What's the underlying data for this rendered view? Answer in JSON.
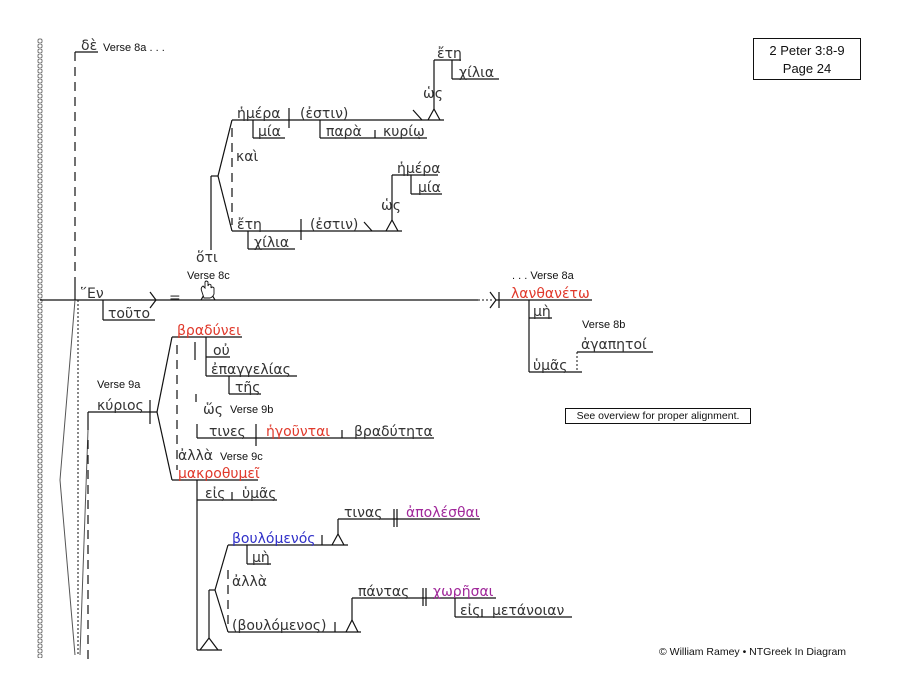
{
  "reference": {
    "line1": "2 Peter 3:8-9",
    "line2": "Page 24"
  },
  "note": "See overview for proper alignment.",
  "copyright": "© William Ramey • NTGreek In Diagram",
  "verse_labels": {
    "v8a_top": "Verse 8a . . .",
    "v8a_cont": ". . . Verse 8a",
    "v8b": "Verse 8b",
    "v8c": "Verse 8c",
    "v9a": "Verse 9a",
    "v9b": "Verse 9b",
    "v9c": "Verse 9c"
  },
  "words": {
    "de": "δὲ",
    "hen": "῞Εν",
    "touto": "τοῦτο",
    "equals": "=",
    "lanthaneto": "λανθανέτω",
    "me_8a": "μὴ",
    "humas_8a": "ὑμᾶς",
    "agapetoi": "ἀγαπητοί",
    "hoti": "ὅτι",
    "hemera_1": "ἡμέρα",
    "mia_1": "μία",
    "estin_1": "(ἐστιν)",
    "para": "παρὰ",
    "kurio": "κυρίῳ",
    "hos_1": "ὡς",
    "ete_1": "ἔτη",
    "chilia_1": "χίλια",
    "kai": "καὶ",
    "ete_2": "ἔτη",
    "chilia_2": "χίλια",
    "estin_2": "(ἐστιν)",
    "hos_2": "ὡς",
    "hemera_2": "ἡμέρα",
    "mia_2": "μία",
    "kurios": "κύριος",
    "bradunei": "βραδύνει",
    "ou": "οὐ",
    "epangelias": "ἐπαγγελίας",
    "tes": "τῆς",
    "hos_3": "ὥς",
    "tines": "τινες",
    "hegountai": "ἡγοῦνται",
    "bradutēta": "βραδύτητα",
    "alla_1": "ἀλλὰ",
    "makrothumei": "μακροθυμεῖ",
    "eis_1": "εἰς",
    "humas_9": "ὑμᾶς",
    "boulomenos": "βουλόμενός",
    "me_9": "μὴ",
    "tinas": "τινας",
    "apolesthai": "ἀπολέσθαι",
    "alla_2": "ἀλλὰ",
    "boulomenos_2": "(βουλόμενος)",
    "pantas": "πάντας",
    "chōrēsai": "χωρῆσαι",
    "eis_2": "εἰς",
    "metanoian": "μετάνοιαν"
  },
  "colors": {
    "verb": "#e0392b",
    "participle": "#3030c8",
    "infinitive": "#a0289a",
    "text": "#333333"
  }
}
